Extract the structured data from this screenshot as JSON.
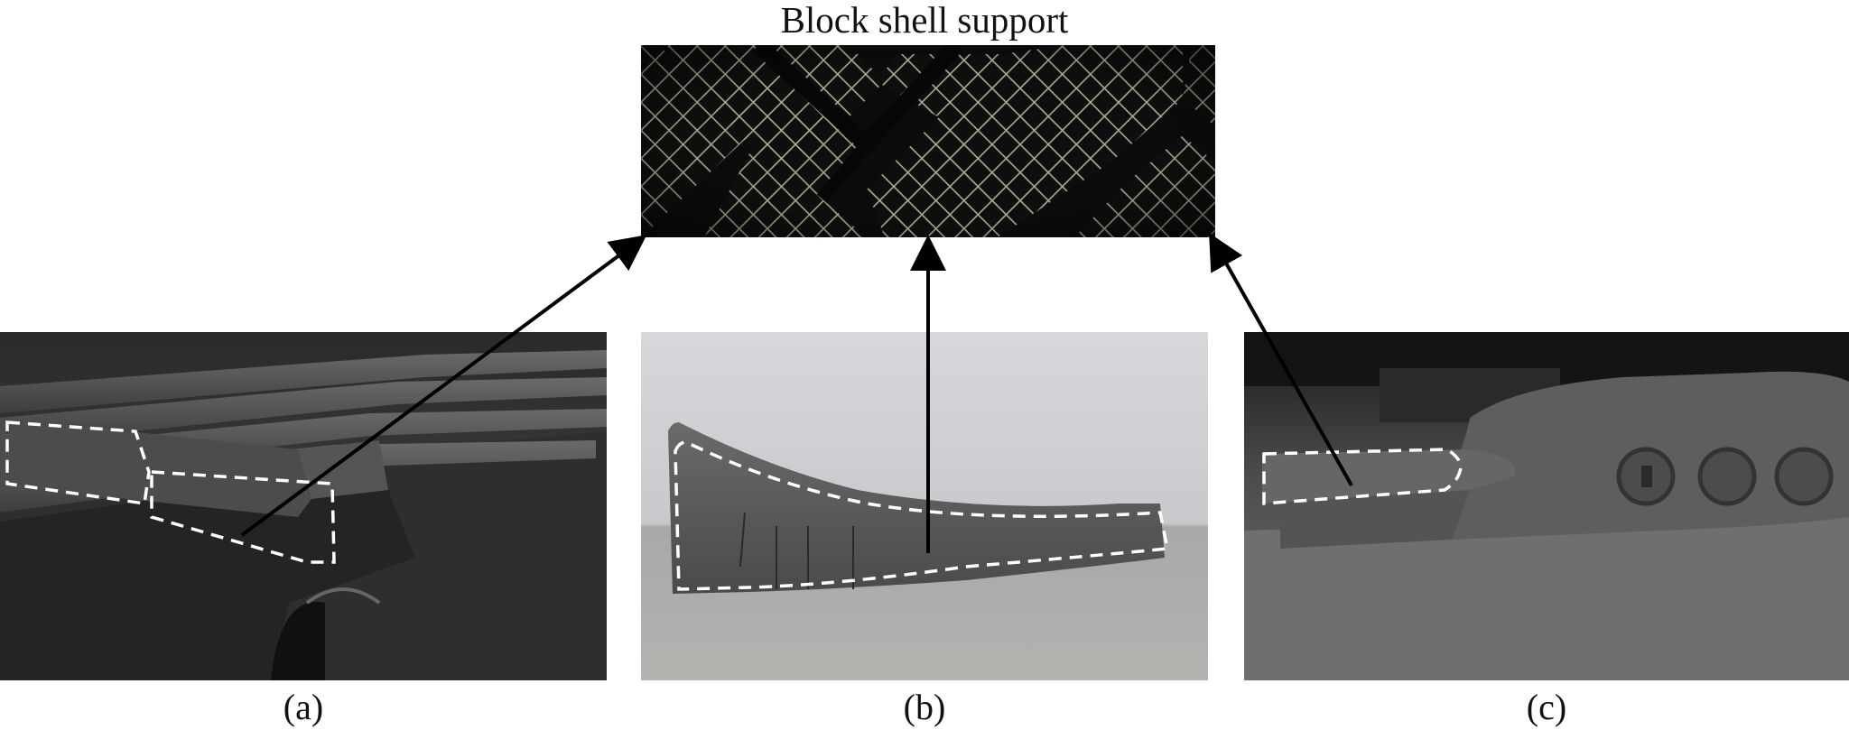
{
  "figure": {
    "title": "Block shell support",
    "captions": {
      "a": "(a)",
      "b": "(b)",
      "c": "(c)"
    }
  },
  "colors": {
    "background": "#ffffff",
    "arrow": "#000000",
    "outline_dashed": "#ffffff",
    "lattice_bg": "#0c0c0c",
    "lattice_lines": "#c8c0a0",
    "part_gray": "#5a5a5a"
  }
}
